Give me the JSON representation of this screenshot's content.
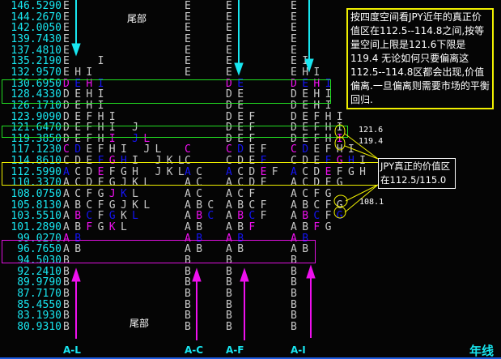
{
  "chart_data": {
    "type": "table",
    "title": "年线",
    "description": "Market profile (TPO) chart of JPY yearly prices; letters A–L mark time periods trading at each price level",
    "prices": [
      "146.5290",
      "144.2670",
      "142.0050",
      "139.7430",
      "137.4810",
      "135.2190",
      "132.9570",
      "130.6950",
      "128.4330",
      "126.1710",
      "123.9090",
      "121.6470",
      "119.3850",
      "117.1230",
      "114.8610",
      "112.5990",
      "110.3370",
      "108.0750",
      "105.8130",
      "103.5510",
      "101.2890",
      "99.0270",
      "96.7650",
      "94.5030",
      "92.2410",
      "89.9790",
      "87.7170",
      "85.4550",
      "83.1930",
      "80.9310"
    ],
    "columns": [
      {
        "label": "A-L"
      },
      {
        "label": "A-C"
      },
      {
        "label": "A-F"
      },
      {
        "label": "A-I"
      }
    ],
    "value_area": {
      "low": 112.5,
      "high": 115.0
    },
    "annotations": [
      "121.6",
      "119.4",
      "108.1"
    ]
  },
  "header": {
    "tail_top": "尾部",
    "tail_bottom": "尾部",
    "title": "年线"
  },
  "note": {
    "text": "按四度空间看JPY近年的真正价值区在112.5--114.8之间,按等量空间上限是121.6下限是 119.4 无论如何只要偏离这112.5--114.8区都会出现,价值偏离.一旦偏离则需要市场的平衡回归."
  },
  "callout": {
    "line1": "JPY真正的价值区",
    "line2": "在112.5/115.0"
  },
  "marks": {
    "m1": "121.6",
    "m2": "119.4",
    "m3": "108.1"
  },
  "axis": {
    "c1": "A-L",
    "c2": "A-C",
    "c3": "A-F",
    "c4": "A-I"
  },
  "colors": {
    "price": "#18e6f0",
    "letter": "#c8c8c8",
    "magenta": "#ee10ee",
    "blue": "#1414f4",
    "green_box": "#22dd22",
    "yellow_box": "#f0f000",
    "magenta_box": "#dd10dd"
  }
}
